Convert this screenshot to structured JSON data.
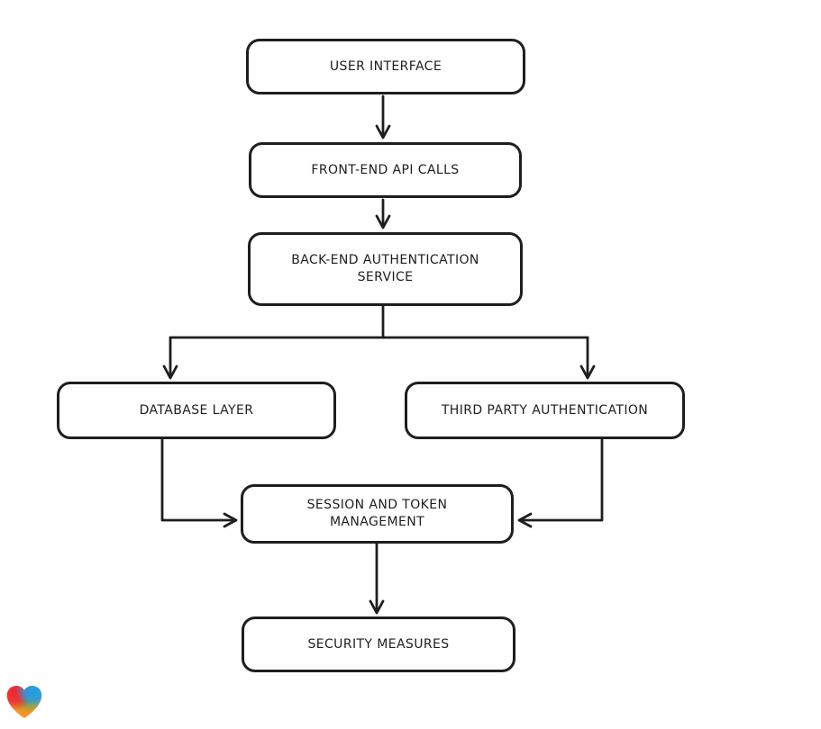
{
  "diagram": {
    "type": "flowchart",
    "style": "hand-drawn-whiteboard",
    "colors": {
      "stroke": "#1e1e1e",
      "node_fill": "#ffffff",
      "background": "#ffffff"
    },
    "nodes": [
      {
        "id": "user-interface",
        "label": "USER INTERFACE"
      },
      {
        "id": "front-end-api-calls",
        "label": "FRONT-END API CALLS"
      },
      {
        "id": "back-end-authentication-service",
        "label": "BACK-END AUTHENTICATION SERVICE"
      },
      {
        "id": "database-layer",
        "label": "DATABASE LAYER"
      },
      {
        "id": "third-party-authentication",
        "label": "THIRD PARTY AUTHENTICATION"
      },
      {
        "id": "session-and-token-management",
        "label": "SESSION AND TOKEN MANAGEMENT"
      },
      {
        "id": "security-measures",
        "label": "SECURITY MEASURES"
      }
    ],
    "edges": [
      {
        "from": "USER INTERFACE",
        "to": "FRONT-END API CALLS"
      },
      {
        "from": "FRONT-END API CALLS",
        "to": "BACK-END AUTHENTICATION SERVICE"
      },
      {
        "from": "BACK-END AUTHENTICATION SERVICE",
        "to": "DATABASE LAYER"
      },
      {
        "from": "BACK-END AUTHENTICATION SERVICE",
        "to": "THIRD PARTY AUTHENTICATION"
      },
      {
        "from": "DATABASE LAYER",
        "to": "SESSION AND TOKEN MANAGEMENT"
      },
      {
        "from": "THIRD PARTY AUTHENTICATION",
        "to": "SESSION AND TOKEN MANAGEMENT"
      },
      {
        "from": "SESSION AND TOKEN MANAGEMENT",
        "to": "SECURITY MEASURES"
      }
    ],
    "logo": {
      "name": "gradient-heart-logo",
      "colors": [
        "#ee2737",
        "#1f9ee8",
        "#55b24a",
        "#ff9124"
      ]
    }
  }
}
